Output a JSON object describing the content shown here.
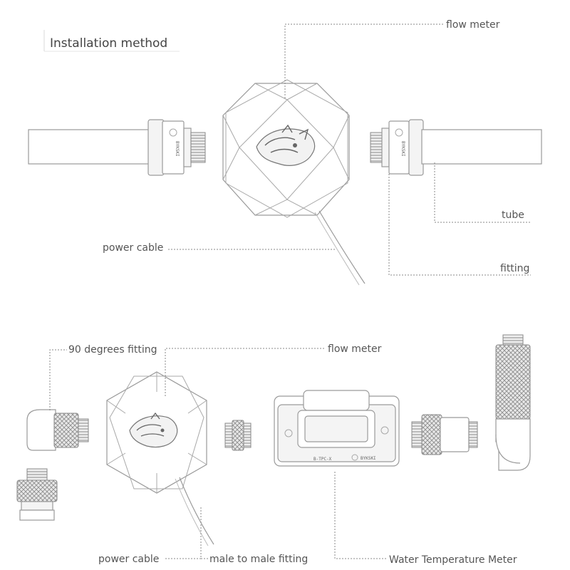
{
  "title": "Installation method",
  "top": {
    "flow_meter": "flow meter",
    "tube": "tube",
    "fitting": "fitting",
    "power_cable": "power cable"
  },
  "bottom": {
    "fitting_90": "90 degrees fitting",
    "flow_meter": "flow meter",
    "power_cable": "power cable",
    "male_fitting": "male to male fitting",
    "temp_meter": "Water Temperature Meter"
  },
  "brand_marks": {
    "fitting_logo": "BYKSKI",
    "meter_model": "B-TPC-X",
    "meter_logo": "BYKSKI"
  },
  "colors": {
    "line": "#9a9a9a",
    "text": "#555555",
    "background": "#ffffff"
  }
}
